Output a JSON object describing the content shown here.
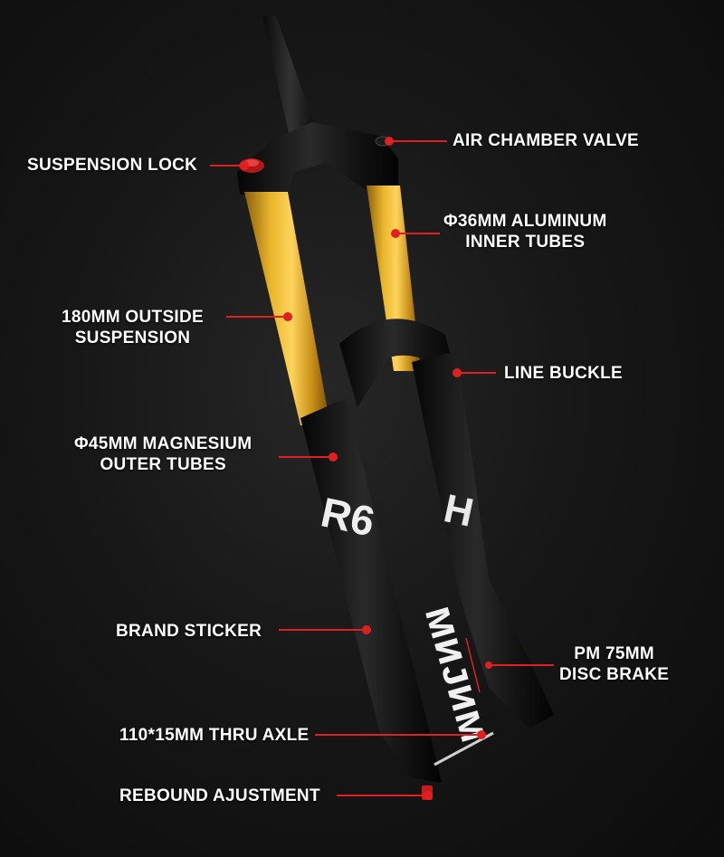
{
  "accent_color": "#e02020",
  "tube_color": "#d9a21e",
  "labels": {
    "air_chamber_valve": "AIR CHAMBER VALVE",
    "suspension_lock": "SUSPENSION LOCK",
    "inner_tubes_line1": "Φ36MM ALUMINUM",
    "inner_tubes_line2": "INNER TUBES",
    "outside_suspension_line1": "180MM OUTSIDE",
    "outside_suspension_line2": "SUSPENSION",
    "line_buckle": "LINE BUCKLE",
    "outer_tubes_line1": "Φ45MM MAGNESIUM",
    "outer_tubes_line2": "OUTER TUBES",
    "brand_sticker": "BRAND STICKER",
    "disc_brake_line1": "PM 75MM",
    "disc_brake_line2": "DISC BRAKE",
    "thru_axle": "110*15MM THRU AXLE",
    "rebound_adjustment": "REBOUND AJUSTMENT"
  }
}
